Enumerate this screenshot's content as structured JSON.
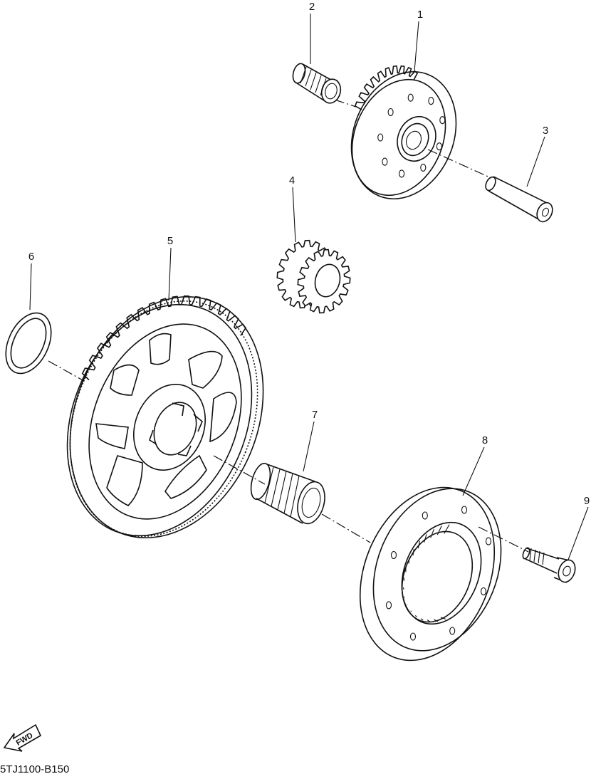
{
  "diagram": {
    "parts": [
      {
        "number": "1",
        "part": "gear-1",
        "icon": "starter-idle-gear-icon"
      },
      {
        "number": "2",
        "part": "bearing-2",
        "icon": "needle-bearing-icon"
      },
      {
        "number": "3",
        "part": "shaft-3",
        "icon": "shaft-icon"
      },
      {
        "number": "4",
        "part": "gear-4",
        "icon": "double-gear-icon"
      },
      {
        "number": "5",
        "part": "wheel-gear-5",
        "icon": "starter-wheel-gear-icon"
      },
      {
        "number": "6",
        "part": "washer-6",
        "icon": "washer-icon"
      },
      {
        "number": "7",
        "part": "bearing-7",
        "icon": "needle-bearing-icon"
      },
      {
        "number": "8",
        "part": "clutch-8",
        "icon": "one-way-clutch-icon"
      },
      {
        "number": "9",
        "part": "bolt-9",
        "icon": "bolt-icon"
      }
    ],
    "fwd_label": "FWD",
    "code": "5TJ1100-B150"
  }
}
